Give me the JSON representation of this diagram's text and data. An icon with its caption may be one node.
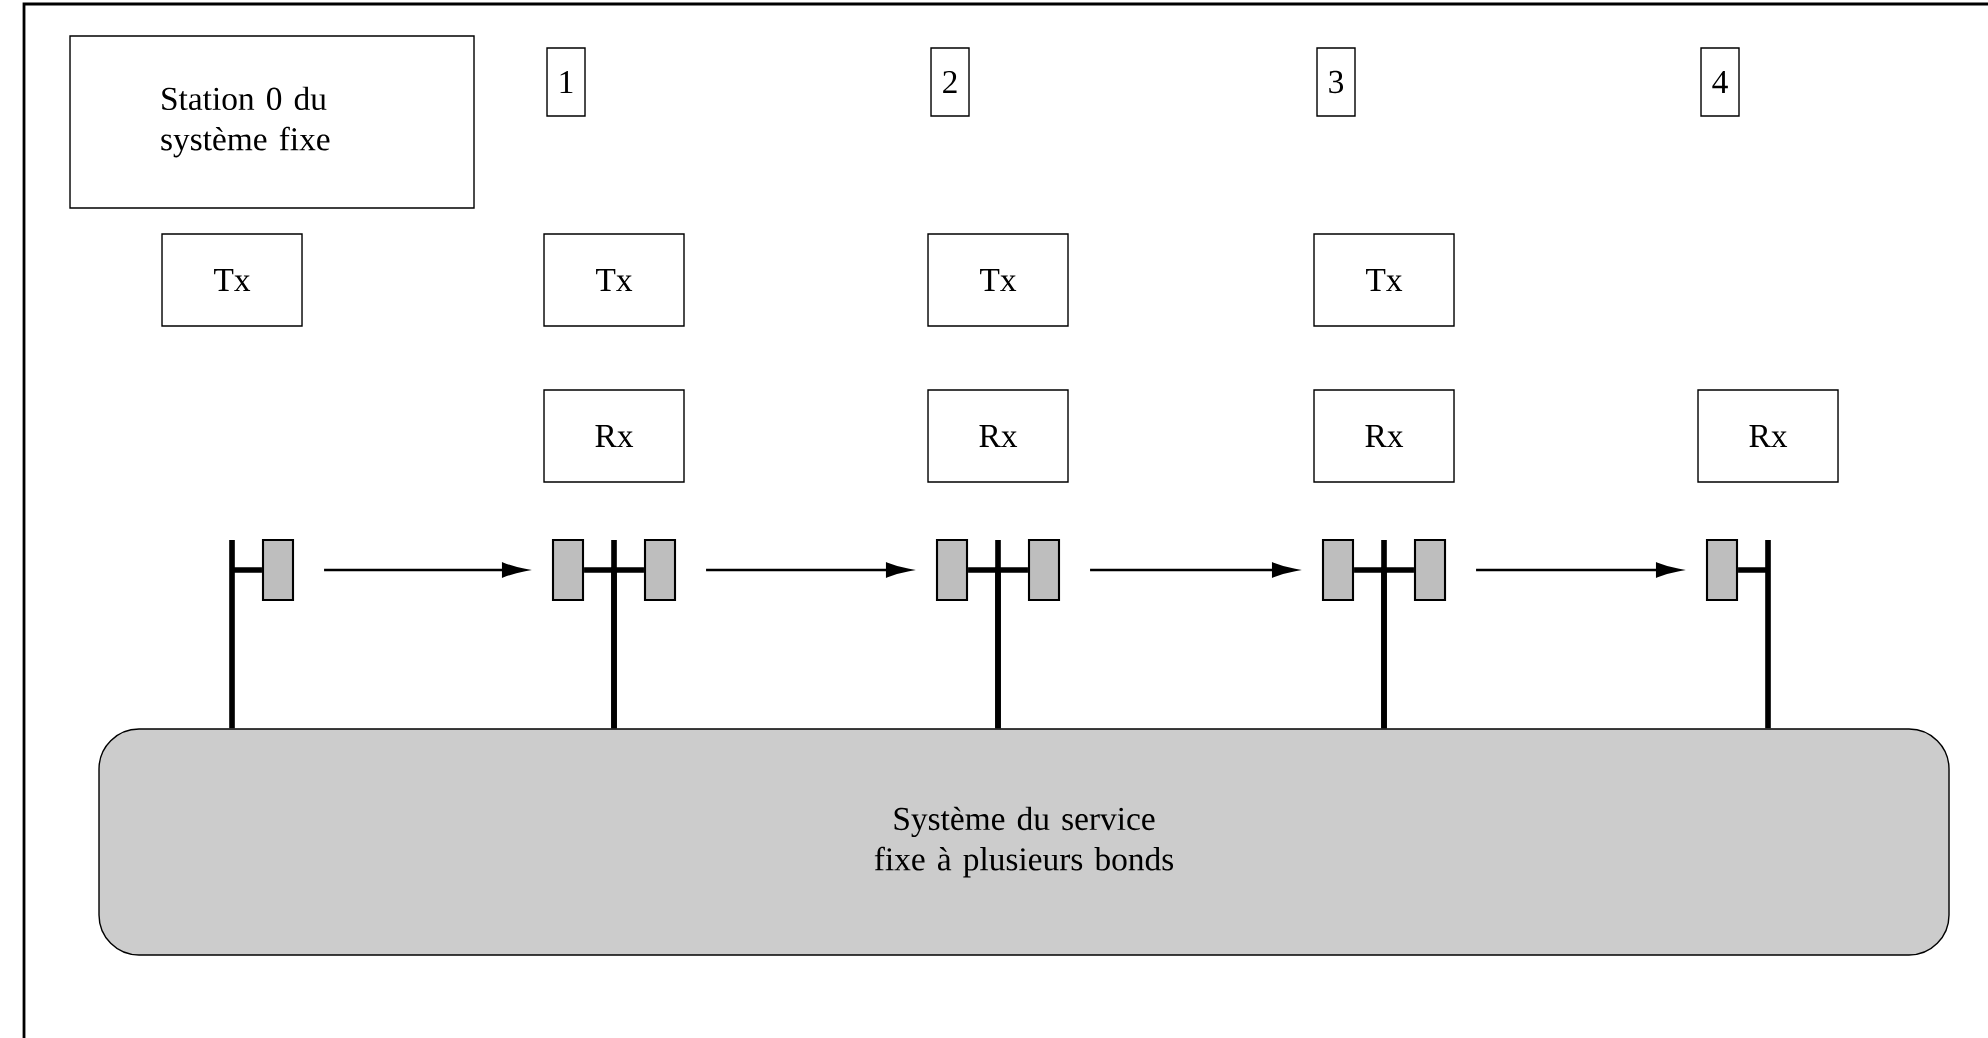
{
  "diagram": {
    "nodes": [
      {
        "text": [
          "Station 0 du système fixe"
        ]
      },
      {
        "text": [
          "1"
        ]
      },
      {
        "text": [
          "2"
        ]
      },
      {
        "text": [
          "3"
        ]
      },
      {
        "text": [
          "4"
        ]
      },
      {
        "text": [
          "Tx"
        ]
      },
      {
        "text": [
          "Tx"
        ]
      },
      {
        "text": [
          "Tx"
        ]
      },
      {
        "text": [
          "Tx"
        ]
      },
      {
        "text": [
          "Rx"
        ]
      },
      {
        "text": [
          "Rx"
        ]
      },
      {
        "text": [
          "Rx"
        ]
      },
      {
        "text": [
          "Rx"
        ]
      },
      {
        "text": [],
        "shape": "box"
      },
      {
        "text": [],
        "shape": "box"
      },
      {
        "text": [],
        "shape": "box"
      },
      {
        "text": [],
        "shape": "box"
      },
      {
        "text": [],
        "shape": "box"
      },
      {
        "text": [],
        "shape": "box"
      },
      {
        "text": [],
        "shape": "box"
      },
      {
        "text": [],
        "shape": "box"
      },
      {
        "text": [
          "Système du service fixe à plusieurs bonds"
        ]
      }
    ],
    "edges": [
      {
        "from": 13,
        "to": 14,
        "arrow": "to"
      },
      {
        "from": 15,
        "to": 16,
        "arrow": "to"
      },
      {
        "from": 17,
        "to": 18,
        "arrow": "to"
      },
      {
        "from": 19,
        "to": 20,
        "arrow": "to"
      },
      {
        "from": 13,
        "to": 21,
        "arrow": "none"
      },
      {
        "from": 14,
        "to": 21,
        "arrow": "none"
      },
      {
        "from": 15,
        "to": 21,
        "arrow": "none"
      },
      {
        "from": 16,
        "to": 21,
        "arrow": "none"
      },
      {
        "from": 17,
        "to": 21,
        "arrow": "none"
      },
      {
        "from": 18,
        "to": 21,
        "arrow": "none"
      },
      {
        "from": 19,
        "to": 21,
        "arrow": "none"
      },
      {
        "from": 20,
        "to": 21,
        "arrow": "none"
      }
    ]
  }
}
